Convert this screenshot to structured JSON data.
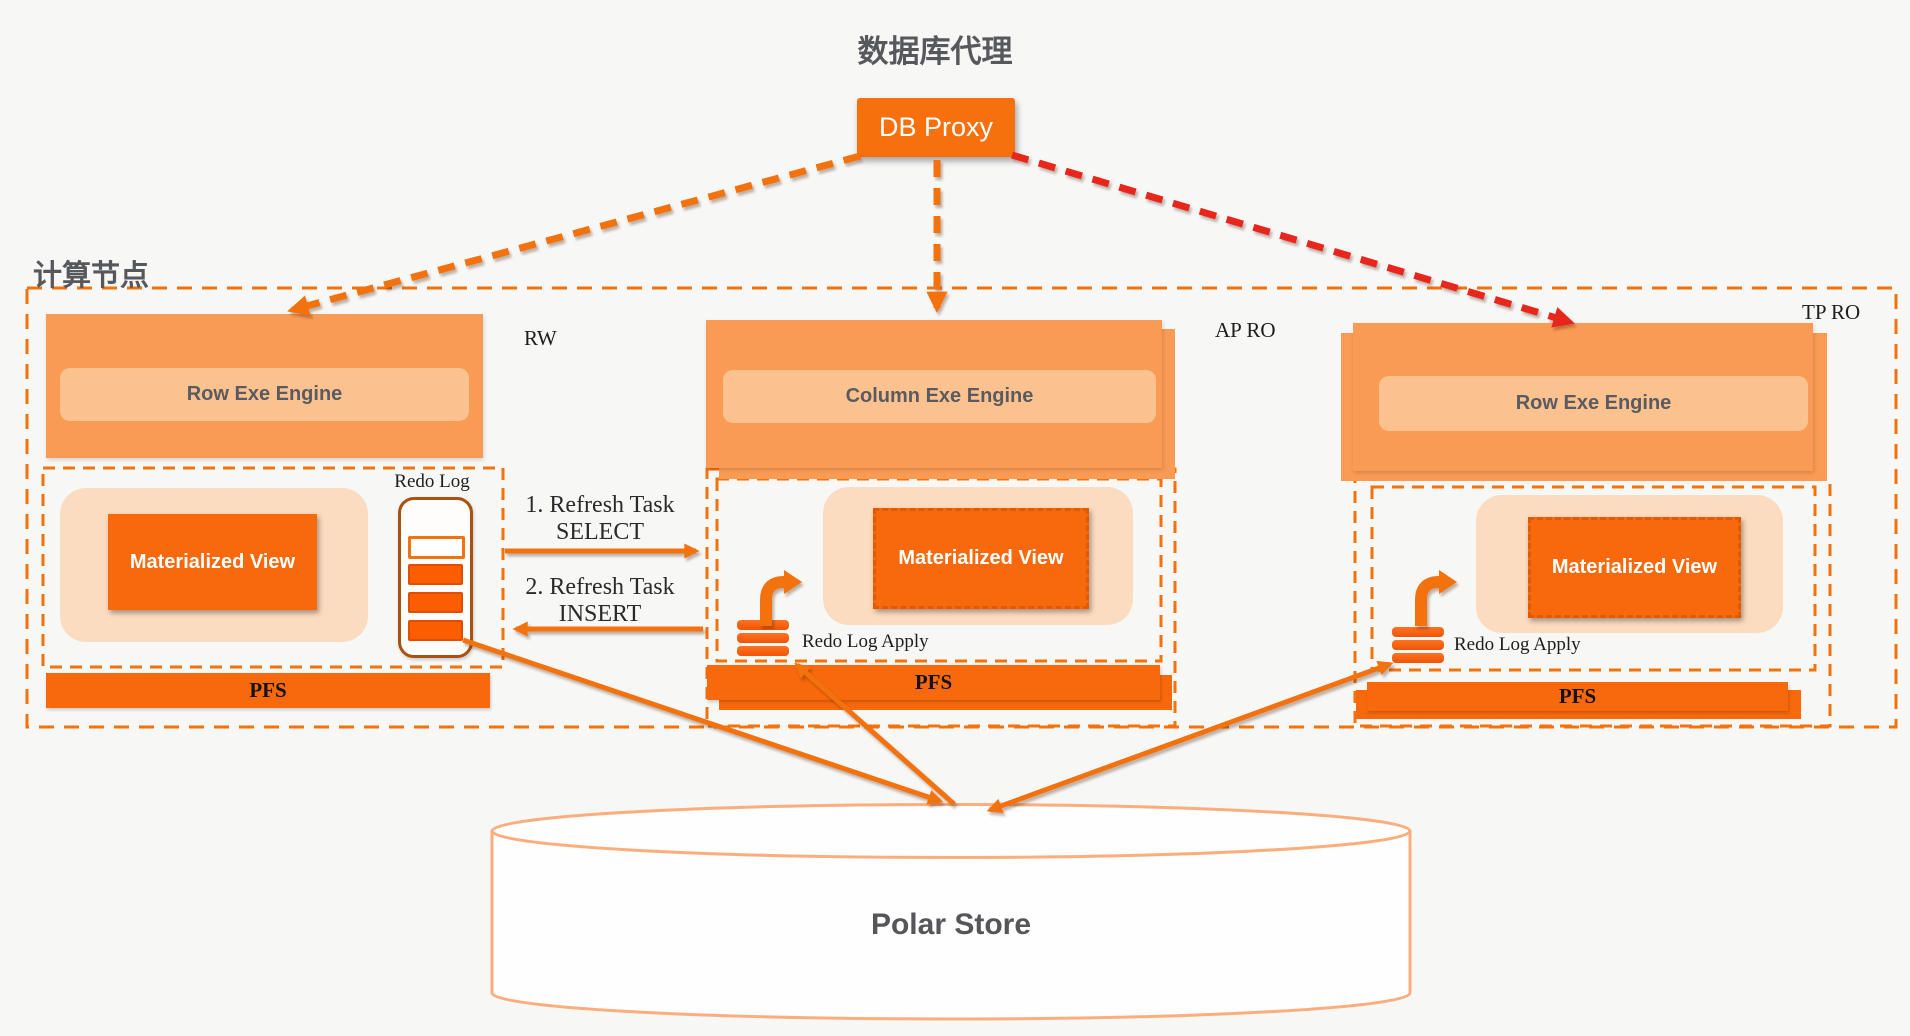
{
  "title": "数据库代理",
  "proxy_label": "DB Proxy",
  "compute_section_label": "计算节点",
  "nodes": [
    {
      "role": "RW",
      "engine_label": "Row Exe Engine",
      "mv_label": "Materialized View",
      "redo_label": "Redo Log",
      "pfs_label": "PFS"
    },
    {
      "role": "AP RO",
      "engine_label": "Column Exe Engine",
      "mv_label": "Materialized View",
      "redo_apply_label": "Redo Log Apply",
      "pfs_label": "PFS"
    },
    {
      "role": "TP RO",
      "engine_label": "Row Exe Engine",
      "mv_label": "Materialized View",
      "redo_apply_label": "Redo Log Apply",
      "pfs_label": "PFS"
    }
  ],
  "flow_labels": {
    "task1_line1": "1. Refresh Task",
    "task1_line2": "SELECT",
    "task2_line1": "2. Refresh Task",
    "task2_line2": "INSERT"
  },
  "store_label": "Polar Store",
  "colors": {
    "accent": "#F4720C",
    "engine_fill": "#FA9B55",
    "engine_inner_fill": "#FBC28F",
    "peach_fill": "#FCDCC0",
    "bright_fill": "#F7690C",
    "redo_border": "#A9520F",
    "red_arrow": "#E8251F"
  }
}
